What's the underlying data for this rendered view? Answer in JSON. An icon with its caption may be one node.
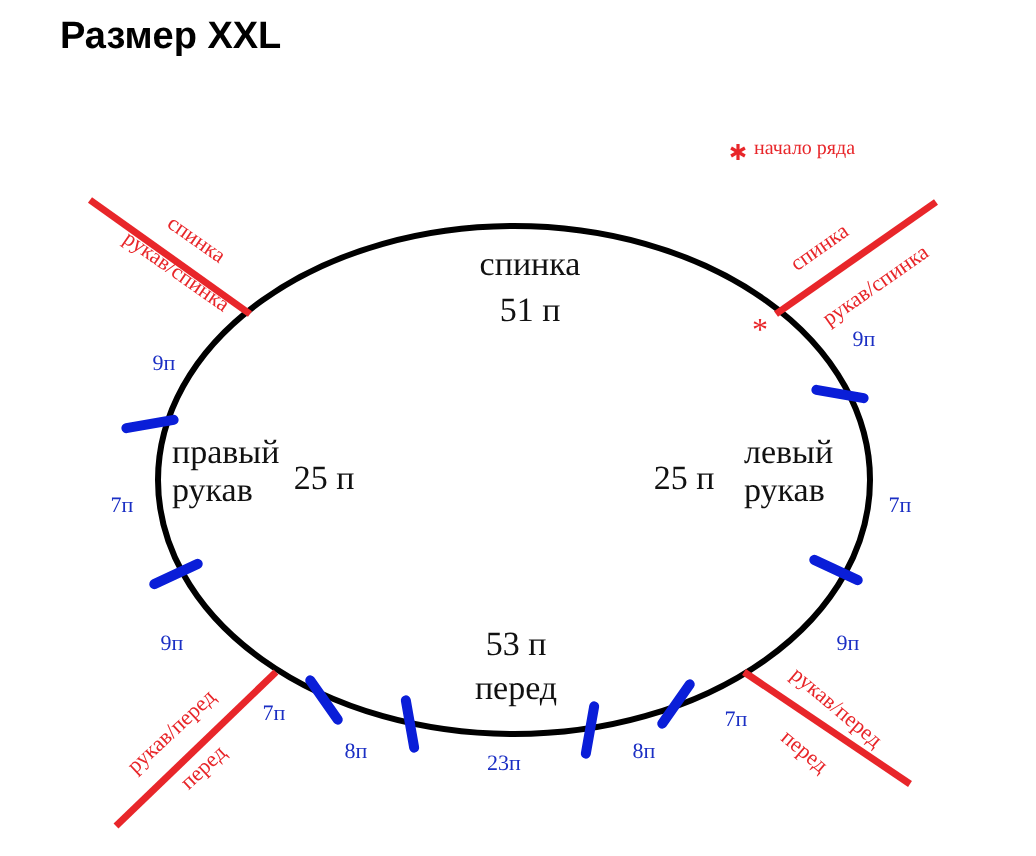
{
  "diagram": {
    "title": "Размер XXL",
    "labels": [
      "спинка",
      "рукав/спинка",
      "спинка",
      "рукав/спинка",
      "спинка",
      "51 п",
      "*",
      "9п",
      "9п",
      "правый рукав",
      "25 п",
      "25 п",
      "левый рукав",
      "7п",
      "7п",
      "9п",
      "9п",
      "53 п",
      "перед",
      "рукав/перед",
      "перед",
      "рукав/перед",
      "перед",
      "7п",
      "7п",
      "8п",
      "8п",
      "23п"
    ],
    "legend": [
      {
        "text": "начало ряда"
      }
    ]
  }
}
